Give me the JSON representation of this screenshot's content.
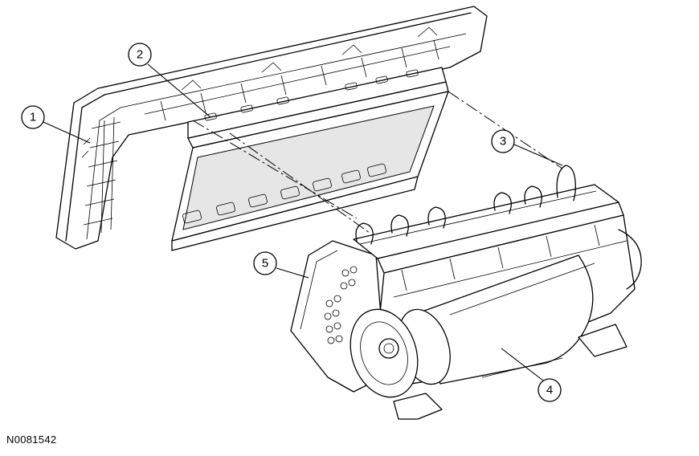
{
  "callouts": [
    {
      "id": "1",
      "label": "1"
    },
    {
      "id": "2",
      "label": "2"
    },
    {
      "id": "3",
      "label": "3"
    },
    {
      "id": "4",
      "label": "4"
    },
    {
      "id": "5",
      "label": "5"
    }
  ],
  "reference_code": "N0081542"
}
